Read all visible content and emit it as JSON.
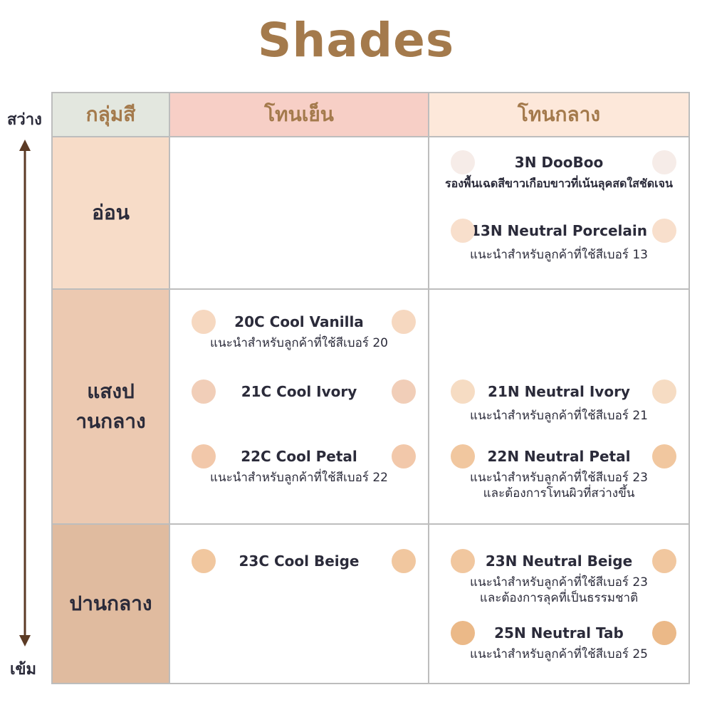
{
  "title": "Shades",
  "scale": {
    "top": "สว่าง",
    "bottom": "เข้ม"
  },
  "header": {
    "group": "กลุ่มสี",
    "cool": "โทนเย็น",
    "neutral": "โทนกลาง"
  },
  "rows": {
    "light": "อ่อน",
    "mid_line1": "แสงป",
    "mid_line2": "านกลาง",
    "dark": "ปานกลาง"
  },
  "colors": {
    "title": "#a47a4c",
    "header_cool": "#f7cfc6",
    "header_neutral": "#fde8da",
    "header_group": "#e3e7df"
  },
  "shades": {
    "n3": {
      "name": "3N DooBoo",
      "desc": "รองพื้นเฉดสีขาวเกือบขาวที่เน้นลุคสดใสชัดเจน",
      "color": "#f6ece8"
    },
    "n13": {
      "name": "13N Neutral Porcelain",
      "desc": "แนะนำสำหรับลูกค้าที่ใช้สีเบอร์ 13",
      "color": "#f8dfcc"
    },
    "c20": {
      "name": "20C Cool Vanilla",
      "desc": "แนะนำสำหรับลูกค้าที่ใช้สีเบอร์ 20",
      "color": "#f6d8c0"
    },
    "c21": {
      "name": "21C Cool Ivory",
      "desc": "",
      "color": "#f1ceb8"
    },
    "c22": {
      "name": "22C Cool Petal",
      "desc": "แนะนำสำหรับลูกค้าที่ใช้สีเบอร์ 22",
      "color": "#f2c8aa"
    },
    "n21": {
      "name": "21N Neutral Ivory",
      "desc": "แนะนำสำหรับลูกค้าที่ใช้สีเบอร์ 21",
      "color": "#f6dcc3"
    },
    "n22": {
      "name": "22N Neutral Petal",
      "desc1": "แนะนำสำหรับลูกค้าที่ใช้สีเบอร์ 23",
      "desc2": "และต้องการโทนผิวที่สว่างขึ้น",
      "color": "#f1c79f"
    },
    "c23": {
      "name": "23C Cool Beige",
      "desc": "",
      "color": "#f1c79f"
    },
    "n23": {
      "name": "23N Neutral Beige",
      "desc1": "แนะนำสำหรับลูกค้าที่ใช้สีเบอร์ 23",
      "desc2": "และต้องการลุคที่เป็นธรรมชาติ",
      "color": "#f1c79f"
    },
    "n25": {
      "name": "25N Neutral Tab",
      "desc": "แนะนำสำหรับลูกค้าที่ใช้สีเบอร์ 25",
      "color": "#ebb988"
    }
  }
}
